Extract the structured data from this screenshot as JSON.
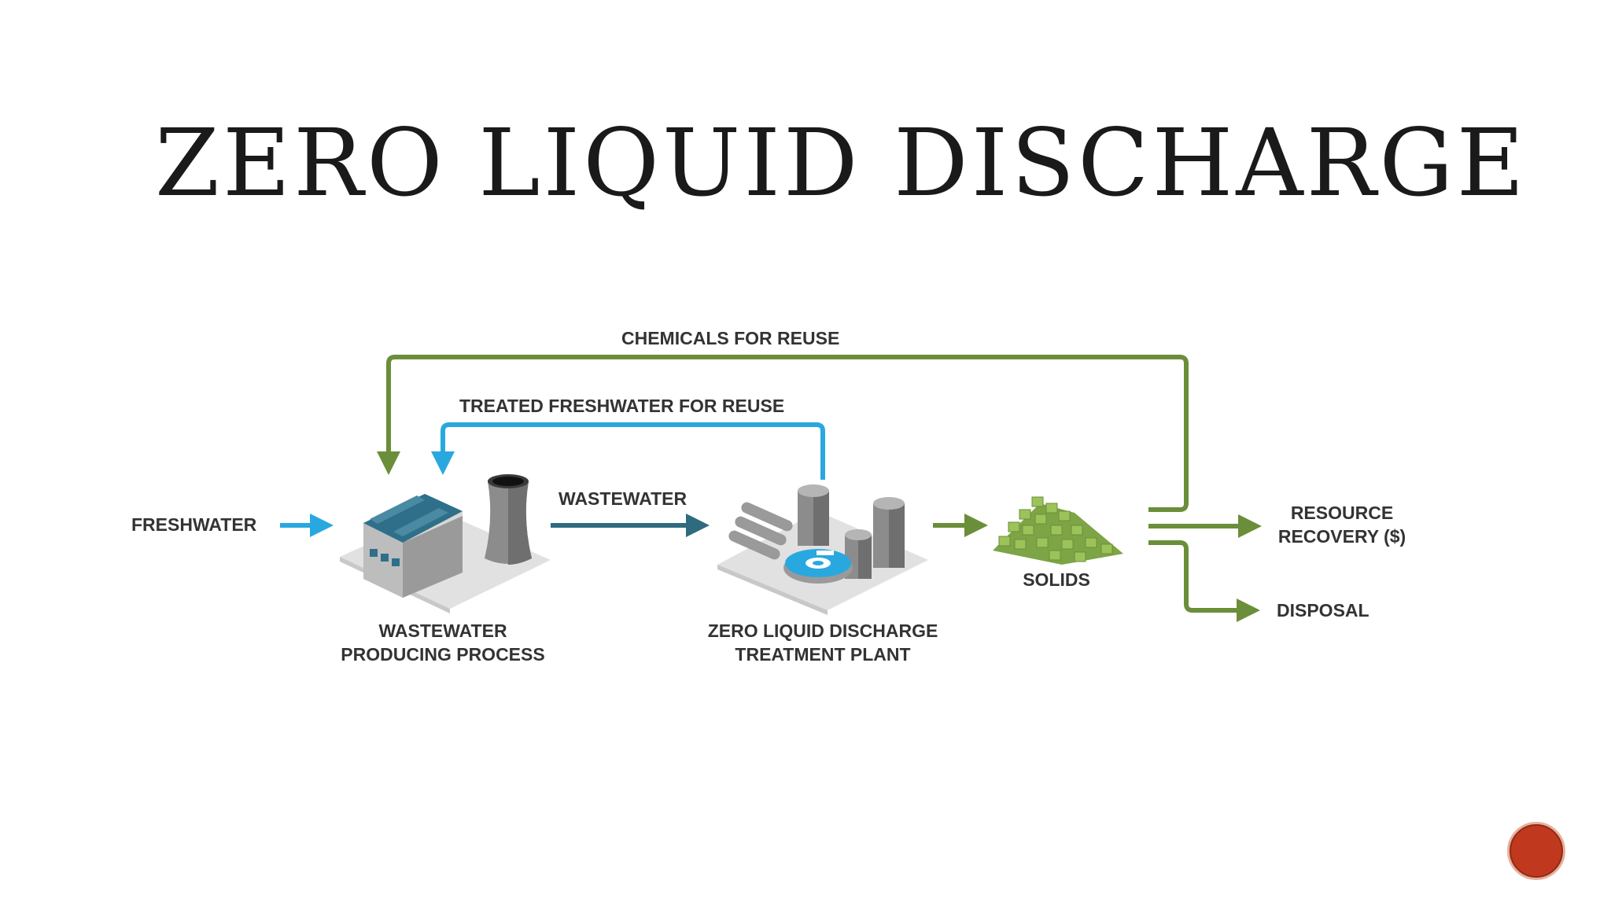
{
  "slide": {
    "title": "ZERO LIQUID DISCHARGE",
    "page_number": ""
  },
  "diagram": {
    "labels": {
      "freshwater": "FRESHWATER",
      "wastewater": "WASTEWATER",
      "chemicals_for_reuse": "CHEMICALS FOR REUSE",
      "treated_freshwater_for_reuse": "TREATED FRESHWATER FOR REUSE",
      "process_line1": "WASTEWATER",
      "process_line2": "PRODUCING PROCESS",
      "plant_line1": "ZERO LIQUID DISCHARGE",
      "plant_line2": "TREATMENT PLANT",
      "solids": "SOLIDS",
      "resource_recovery_line1": "RESOURCE",
      "resource_recovery_line2": "RECOVERY ($)",
      "disposal": "DISPOSAL"
    },
    "nodes": [
      "wastewater-producing-process",
      "zld-treatment-plant",
      "solids"
    ],
    "colors": {
      "blue": "#29a8e0",
      "teal": "#2e6b80",
      "green": "#6b8e3a",
      "factory_roof": "#2f6f8a",
      "gray": "#8c8c8c",
      "solids": "#8ab34a"
    }
  }
}
